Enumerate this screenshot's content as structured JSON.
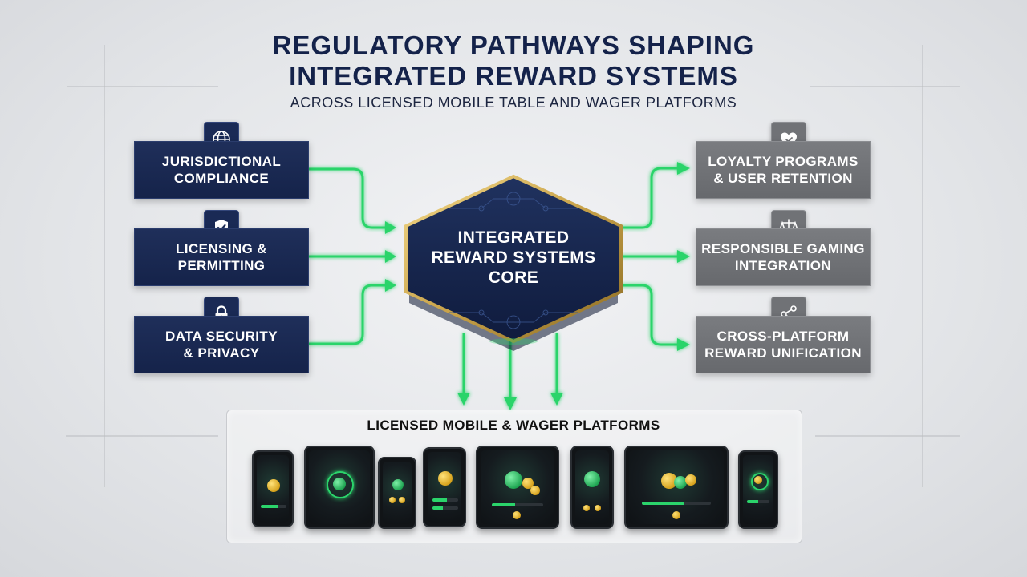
{
  "title_line1": "REGULATORY PATHWAYS SHAPING",
  "title_line2": "INTEGRATED REWARD SYSTEMS",
  "subtitle": "ACROSS LICENSED MOBILE TABLE AND WAGER PLATFORMS",
  "core_label": "INTEGRATED\nREWARD SYSTEMS\nCORE",
  "left_nodes": [
    {
      "label": "JURISDICTIONAL\nCOMPLIANCE",
      "icon": "globe-icon"
    },
    {
      "label": "LICENSING &\nPERMITTING",
      "icon": "shield-check-icon"
    },
    {
      "label": "DATA SECURITY\n& PRIVACY",
      "icon": "lock-icon"
    }
  ],
  "right_nodes": [
    {
      "label": "LOYALTY PROGRAMS\n& USER RETENTION",
      "icon": "heart-icon"
    },
    {
      "label": "RESPONSIBLE GAMING\nINTEGRATION",
      "icon": "scales-icon"
    },
    {
      "label": "CROSS-PLATFORM\nREWARD UNIFICATION",
      "icon": "share-icon"
    }
  ],
  "platforms_title": "LICENSED MOBILE & WAGER PLATFORMS",
  "device_count": 8,
  "colors": {
    "title": "#14224a",
    "left_box": "#15234a",
    "right_box": "#6c6e72",
    "connector": "#2bd46b",
    "core_border": "#c9a34a"
  }
}
